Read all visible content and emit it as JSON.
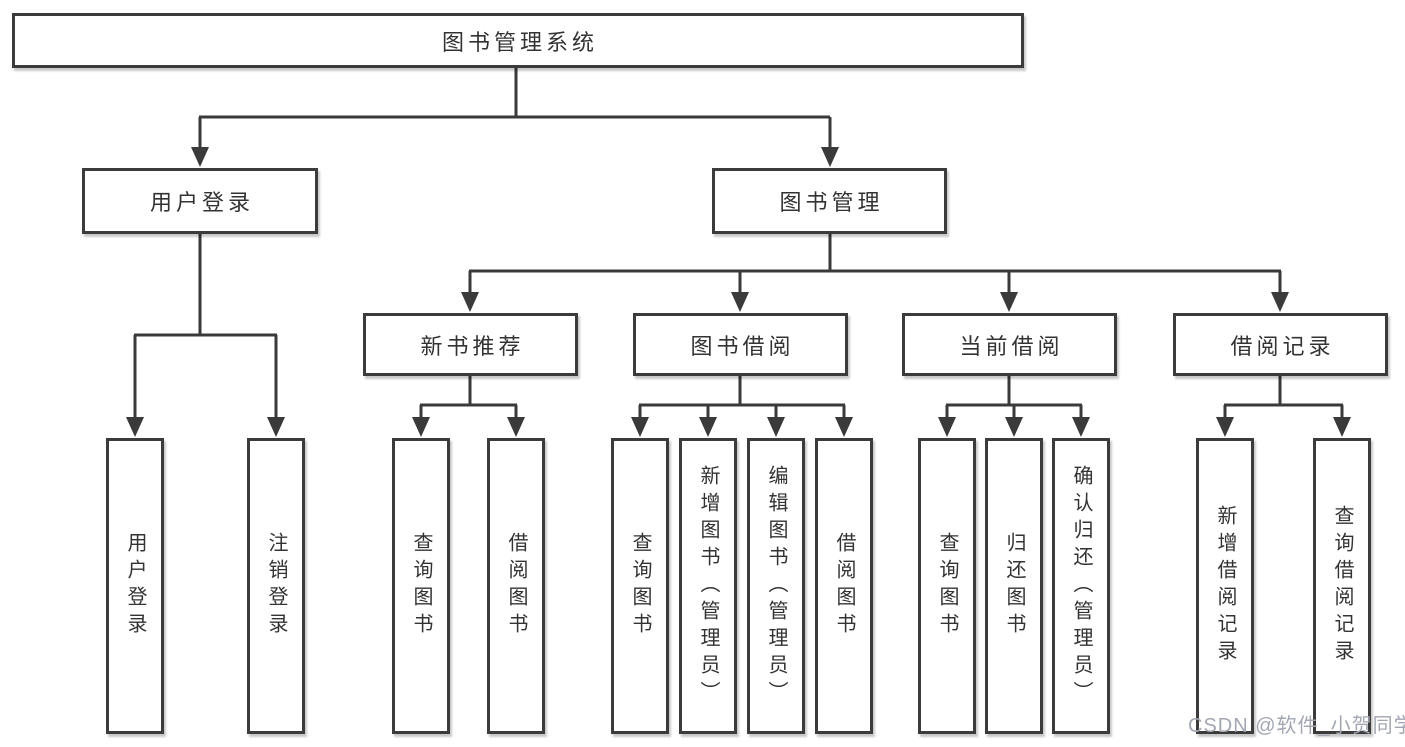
{
  "tree": {
    "label": "图书管理系统",
    "children": [
      {
        "label": "用户登录",
        "children": [
          {
            "label": "用户登录"
          },
          {
            "label": "注销登录"
          }
        ]
      },
      {
        "label": "图书管理",
        "children": [
          {
            "label": "新书推荐",
            "children": [
              {
                "label": "查询图书"
              },
              {
                "label": "借阅图书"
              }
            ]
          },
          {
            "label": "图书借阅",
            "children": [
              {
                "label": "查询图书"
              },
              {
                "label": "新增图书（管理员）"
              },
              {
                "label": "编辑图书（管理员）"
              },
              {
                "label": "借阅图书"
              }
            ]
          },
          {
            "label": "当前借阅",
            "children": [
              {
                "label": "查询图书"
              },
              {
                "label": "归还图书"
              },
              {
                "label": "确认归还（管理员）"
              }
            ]
          },
          {
            "label": "借阅记录",
            "children": [
              {
                "label": "新增借阅记录"
              },
              {
                "label": "查询借阅记录"
              }
            ]
          }
        ]
      }
    ]
  },
  "watermark": {
    "text": "CSDN @软件_小贺同学"
  },
  "colors": {
    "background": "#ffffff",
    "line": "#3a3a3a",
    "box_border": "#3b3b3b",
    "text": "#333333",
    "watermark": "#a3a7b3"
  }
}
